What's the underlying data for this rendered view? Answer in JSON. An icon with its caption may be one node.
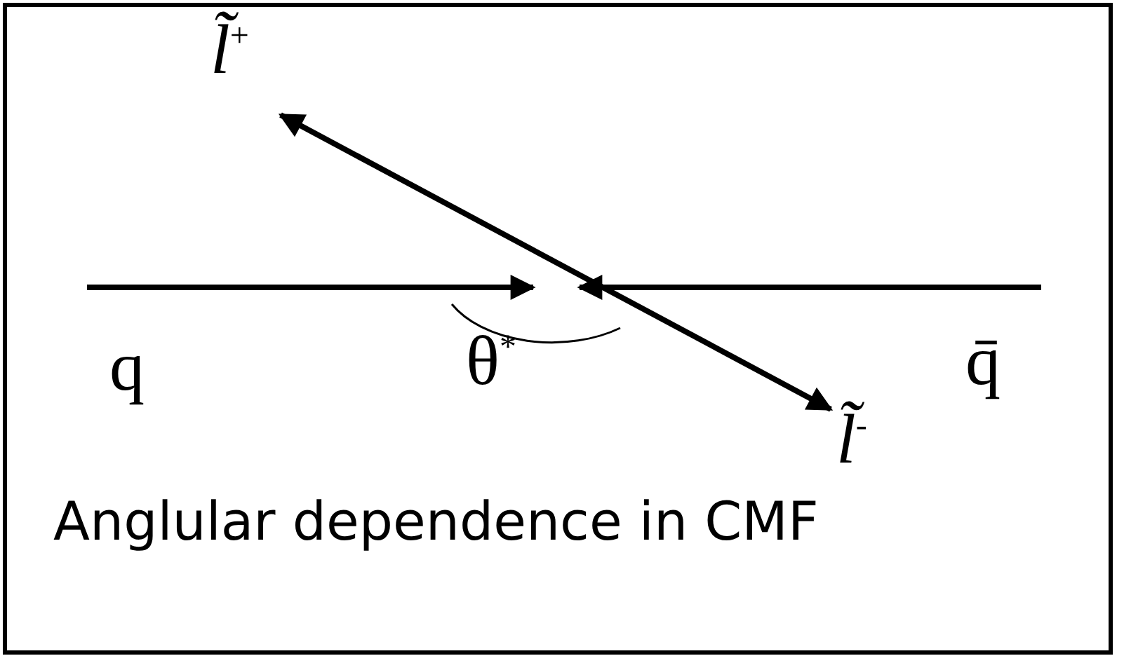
{
  "diagram": {
    "caption": "Anglular dependence in CMF",
    "nodes": [
      {
        "text": [
          "q"
        ]
      },
      {
        "text": [
          "q̄"
        ]
      },
      {
        "text": [
          "*l̃*$^{+}$"
        ]
      },
      {
        "text": [
          "*l̃*$^{-}$"
        ]
      },
      {
        "text": [],
        "shape": "arc"
      }
    ],
    "edges": [
      {
        "from": 0,
        "to": 4,
        "arrow": "to"
      },
      {
        "from": 1,
        "to": 4,
        "arrow": "to"
      },
      {
        "from": 2,
        "to": 3,
        "arrow": "both"
      }
    ],
    "labels": [
      "θ$^{*}$"
    ]
  }
}
